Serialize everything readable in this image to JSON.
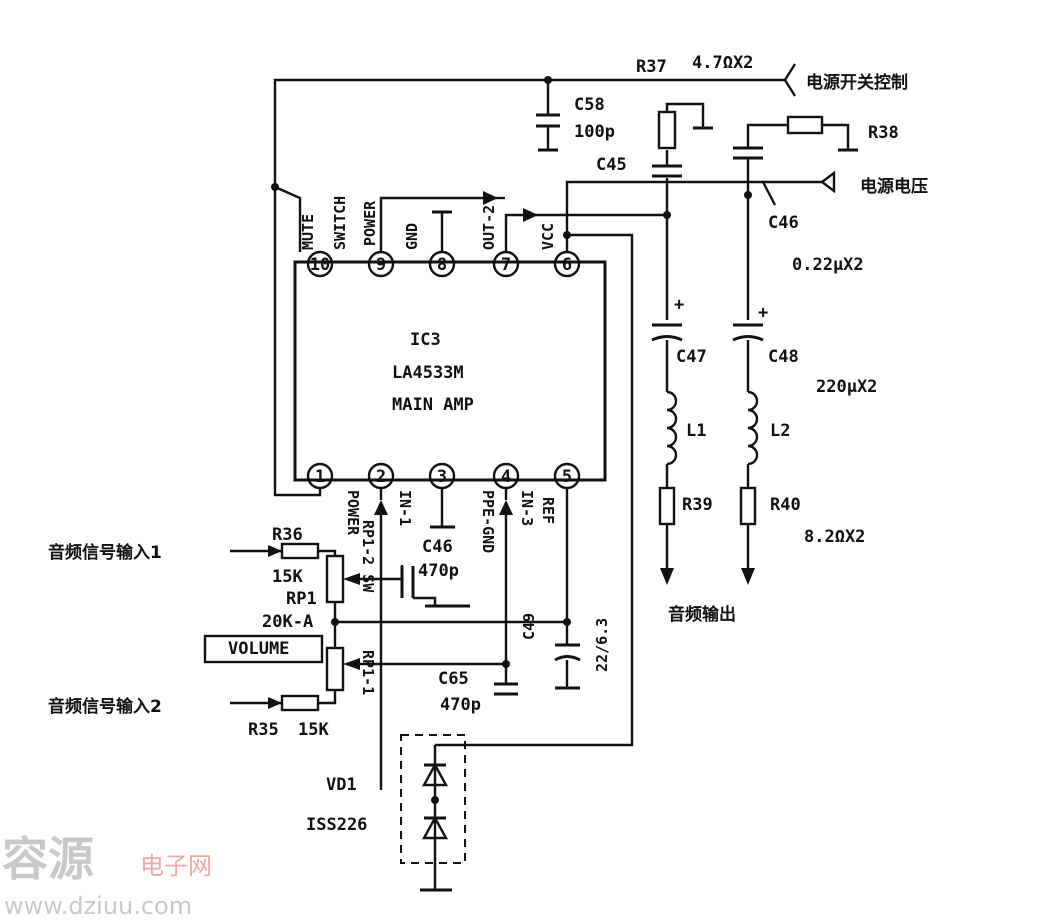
{
  "ic": {
    "name": "IC3",
    "part": "LA4533M",
    "desc": "MAIN AMP"
  },
  "top_pins": [
    {
      "num": "10",
      "label": "MUTE"
    },
    {
      "num": "",
      "label": "SWITCH"
    },
    {
      "num": "9",
      "label": "POWER"
    },
    {
      "num": "8",
      "label": "GND"
    },
    {
      "num": "7",
      "label": "OUT-2"
    },
    {
      "num": "6",
      "label": "VCC"
    }
  ],
  "bottom_pins": [
    {
      "num": "1",
      "label": "POWER"
    },
    {
      "num": "2",
      "label": "RP1-2 SW"
    },
    {
      "num": "",
      "label": "IN-1"
    },
    {
      "num": "3",
      "label": ""
    },
    {
      "num": "4",
      "label": "PPE-GND"
    },
    {
      "num": "",
      "label": "IN-3"
    },
    {
      "num": "5",
      "label": "REF"
    }
  ],
  "components": {
    "r37": "R37",
    "r37_val": "4.7ΩX2",
    "power_switch_ctrl": "电源开关控制",
    "c58": "C58",
    "c58_val": "100p",
    "c45": "C45",
    "r38": "R38",
    "power_voltage": "电源电压",
    "c46_top": "C46",
    "c46_top_val": "0.22μX2",
    "c47": "C47",
    "c48": "C48",
    "c48_val": "220μX2",
    "l1": "L1",
    "l2": "L2",
    "r39": "R39",
    "r40": "R40",
    "r40_val": "8.2ΩX2",
    "audio_out": "音频输出",
    "input1": "音频信号输入1",
    "r36": "R36",
    "r36_val": "15K",
    "rp1": "RP1",
    "rp1_val": "20K-A",
    "volume": "VOLUME",
    "rp1_1": "RP1-1",
    "input2": "音频信号输入2",
    "r35": "R35",
    "r35_val": "15K",
    "c46_mid": "C46",
    "c46_mid_val": "470p",
    "c65": "C65",
    "c65_val": "470p",
    "c49": "C49",
    "c49_val": "22/6.3",
    "vd1": "VD1",
    "vd1_part": "ISS226"
  },
  "watermark": {
    "brand": "容源",
    "sub": "电子网",
    "url": "www.dziuu.com"
  }
}
